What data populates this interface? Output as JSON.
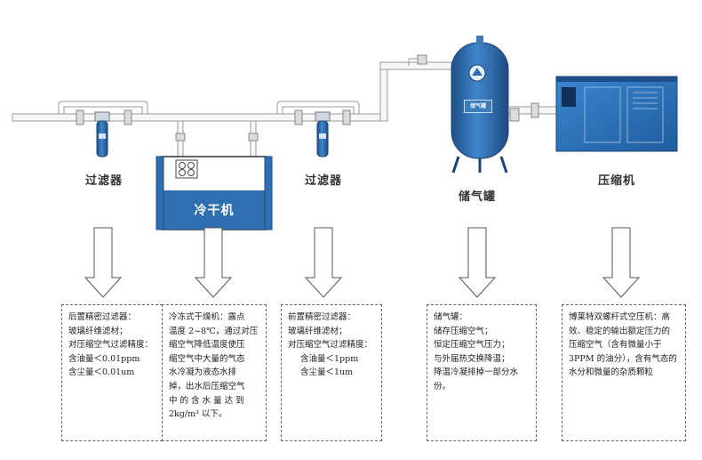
{
  "labels": {
    "filter_after": "过滤器",
    "dryer": "冷干机",
    "filter_before": "过滤器",
    "tank": "储气罐",
    "compressor": "压缩机"
  },
  "tank_badge": "储气罐",
  "colors": {
    "equipment_blue": "#2f6fb1",
    "pipe_outline": "#9a9a9a",
    "arrow_outline": "#555555",
    "box_border": "#666666"
  },
  "boxes": {
    "filter_after": {
      "lines": [
        "后置精密过滤器：",
        "玻璃纤维滤材；",
        "对压缩空气过滤精度：",
        "含油量＜0.01ppm",
        "含尘量＜0.01um"
      ]
    },
    "dryer": {
      "lines": [
        "冷冻式干燥机：露点",
        "温度 2~8℃，通过对压",
        "缩空气降低温度使压",
        "缩空气中大量的气态",
        "水冷凝为液态水排",
        "掉，出水后压缩空气",
        "中 的 含 水 量 达 到",
        "2kg/m³ 以下。"
      ]
    },
    "filter_before": {
      "lines": [
        "前置精密过滤器：",
        "玻璃纤维滤材；",
        "对压缩空气过滤精度：",
        "含油量＜1ppm",
        "含尘量＜1um"
      ]
    },
    "tank": {
      "lines": [
        "储气罐：",
        "储存压缩空气；",
        "恒定压缩空气压力；",
        "与外届热交换降温；",
        "降温冷凝排掉一部分水",
        "份。"
      ]
    },
    "compressor": {
      "lines": [
        "博莱特双螺杆式空压机：高",
        "效、稳定的输出额定压力的",
        "压缩空气（含有微量小于",
        "3PPM 的油分），含有气态的",
        "水分和微量的杂质颗粒"
      ]
    }
  }
}
